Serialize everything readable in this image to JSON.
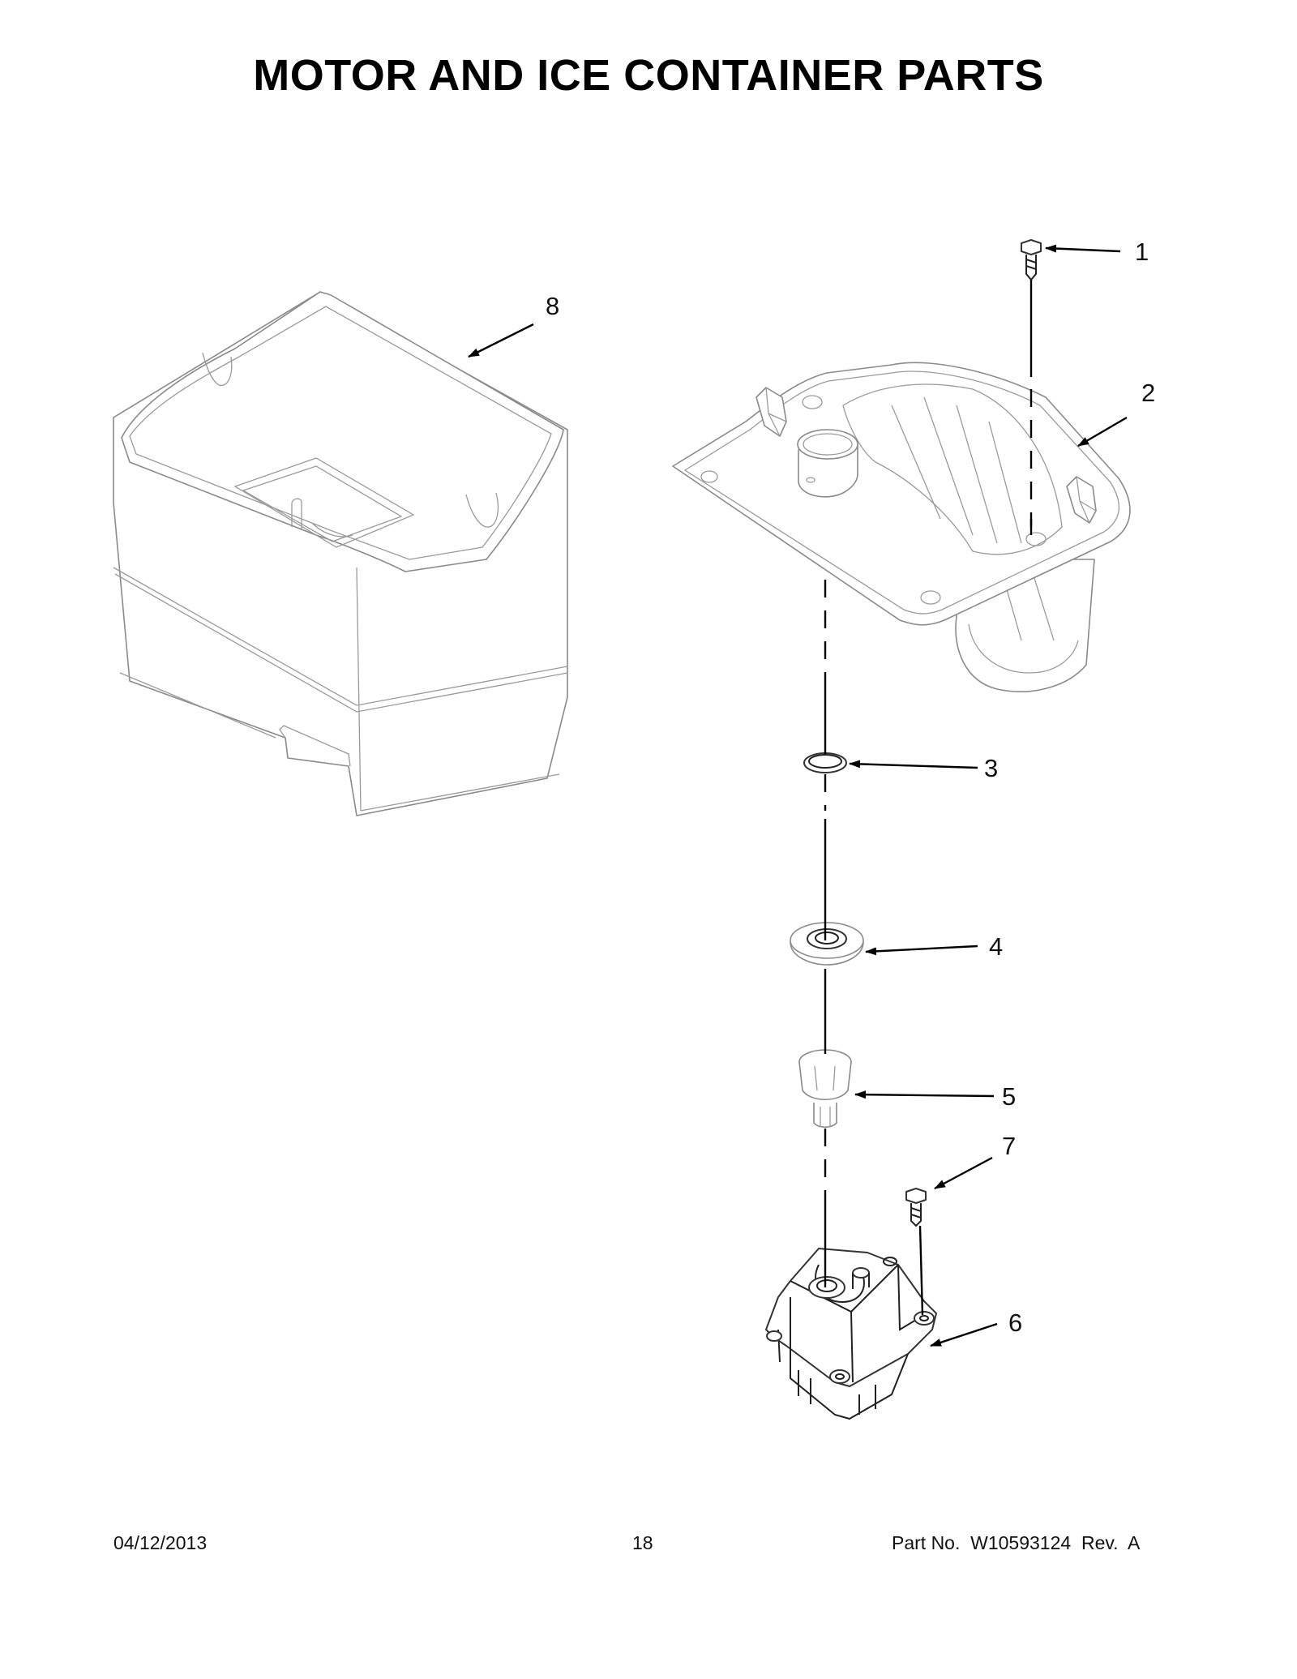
{
  "page": {
    "title": "MOTOR AND ICE CONTAINER PARTS"
  },
  "callouts": [
    {
      "id": "1",
      "label": "1"
    },
    {
      "id": "2",
      "label": "2"
    },
    {
      "id": "3",
      "label": "3"
    },
    {
      "id": "4",
      "label": "4"
    },
    {
      "id": "5",
      "label": "5"
    },
    {
      "id": "6",
      "label": "6"
    },
    {
      "id": "7",
      "label": "7"
    },
    {
      "id": "8",
      "label": "8"
    }
  ],
  "footer": {
    "date": "04/12/2013",
    "page_number": "18",
    "part_info": "Part No.  W10593124  Rev.  A"
  }
}
